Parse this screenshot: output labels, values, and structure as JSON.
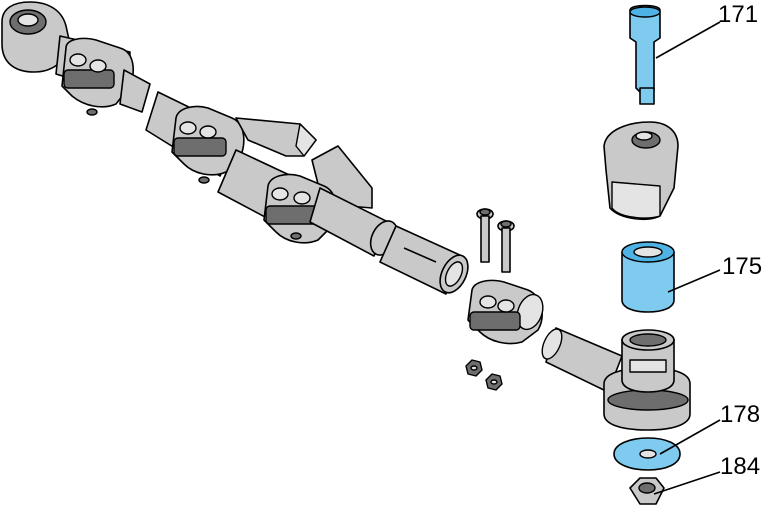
{
  "diagram": {
    "callouts": [
      {
        "id": "171",
        "text": "171"
      },
      {
        "id": "175",
        "text": "175"
      },
      {
        "id": "178",
        "text": "178"
      },
      {
        "id": "184",
        "text": "184"
      }
    ],
    "colors": {
      "highlight": "#7ecbef",
      "part": "#c9c9c9",
      "shadow": "#6e6e6e",
      "line": "#000000"
    },
    "parts": [
      "tie-rod-end-left",
      "tube-clamp",
      "drag-link-tube",
      "bracket",
      "bolt",
      "nut",
      "tie-rod-end-right",
      "ball-stud-pin",
      "dust-boot",
      "bushing",
      "washer",
      "lock-nut"
    ]
  }
}
